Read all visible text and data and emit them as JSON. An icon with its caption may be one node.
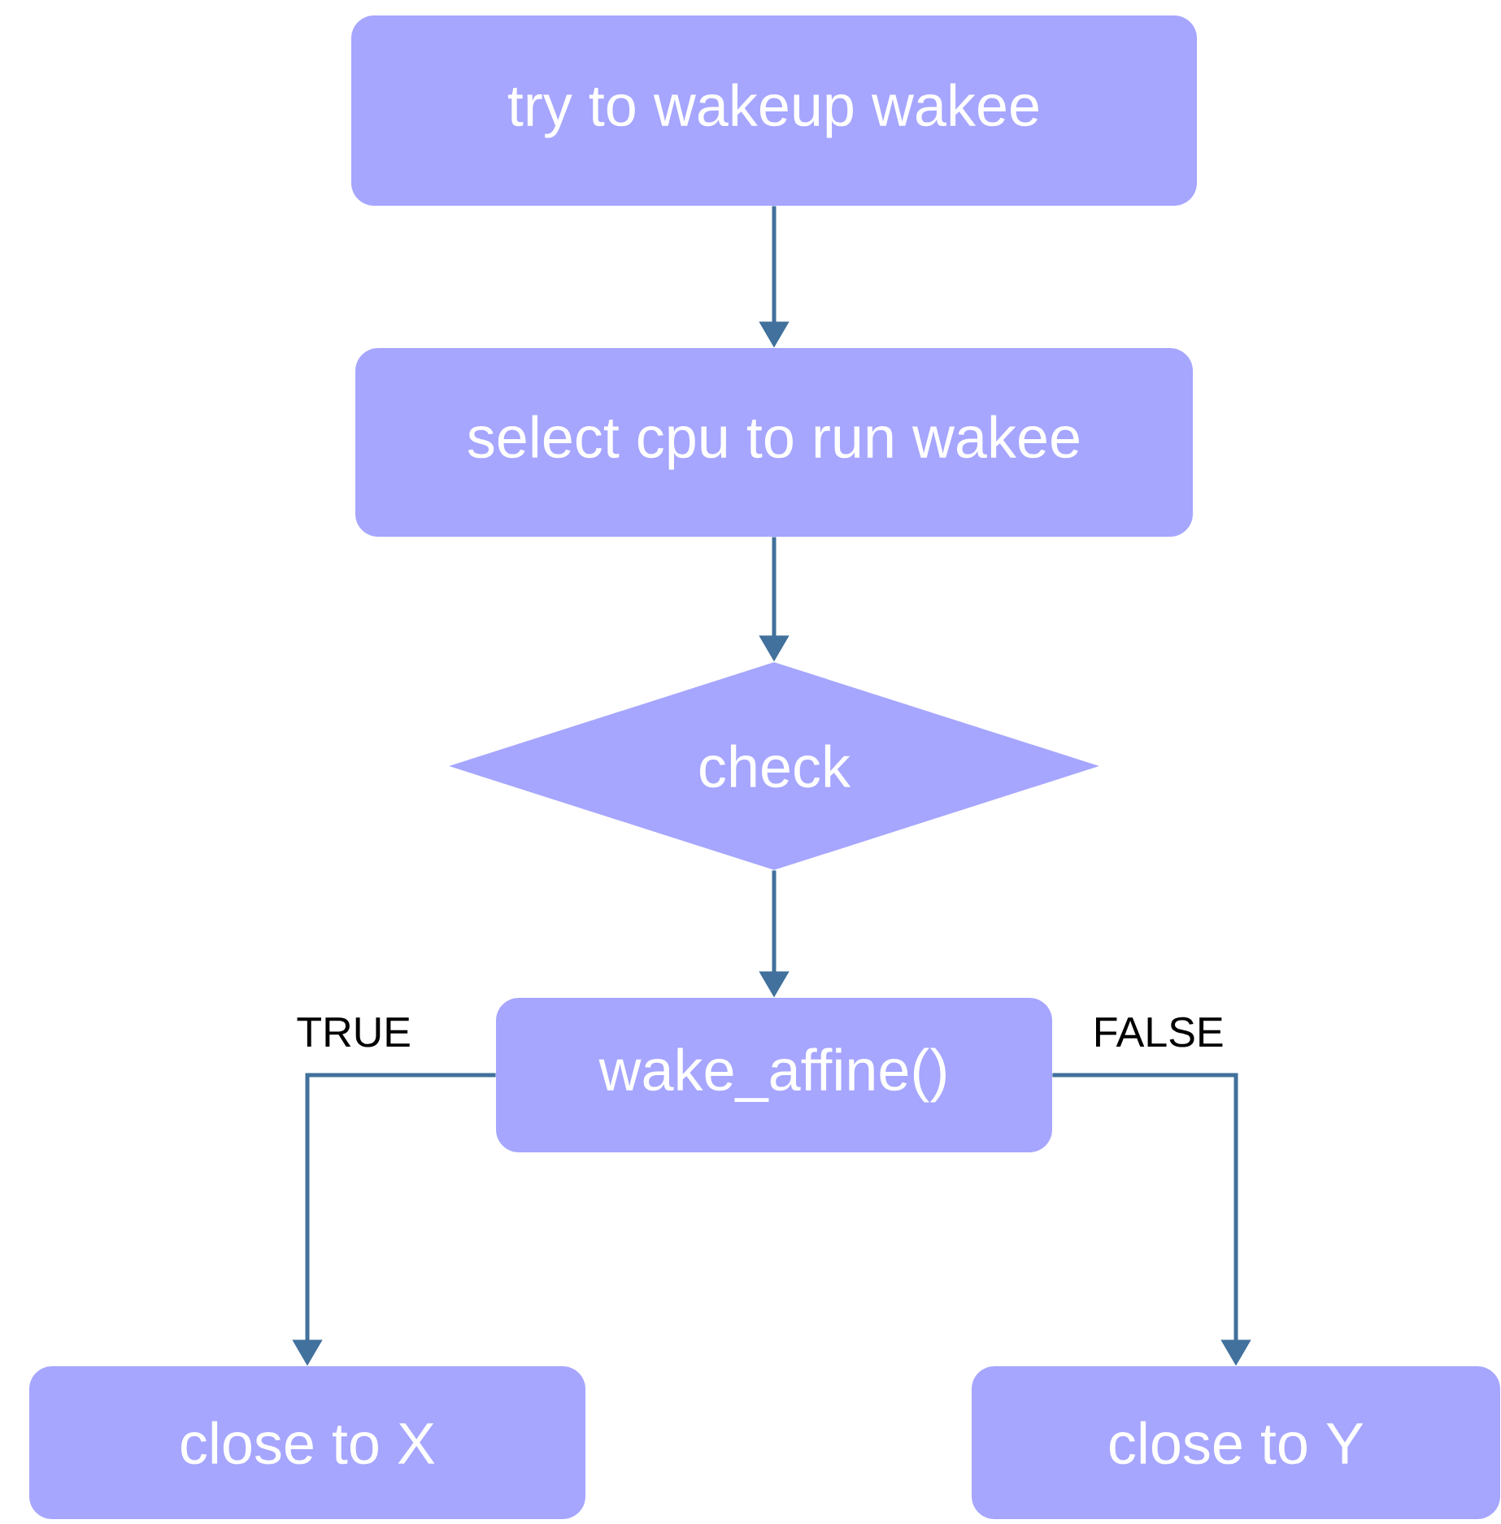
{
  "diagram": {
    "nodes": [
      {
        "text": [
          "try to wakeup wakee"
        ]
      },
      {
        "text": [
          "select cpu to run wakee"
        ]
      },
      {
        "text": [
          "check"
        ]
      },
      {
        "text": [
          "wake_affine()"
        ]
      },
      {
        "text": [
          "close to X"
        ]
      },
      {
        "text": [
          "close to Y"
        ]
      }
    ],
    "edges": [
      {
        "from": 0,
        "to": 1,
        "arrow": "to"
      },
      {
        "from": 1,
        "to": 2,
        "arrow": "to"
      },
      {
        "from": 2,
        "to": 3,
        "arrow": "to"
      },
      {
        "from": 3,
        "to": 4,
        "arrow": "to",
        "label": "TRUE"
      },
      {
        "from": 3,
        "to": 5,
        "arrow": "to",
        "label": "FALSE"
      }
    ]
  }
}
